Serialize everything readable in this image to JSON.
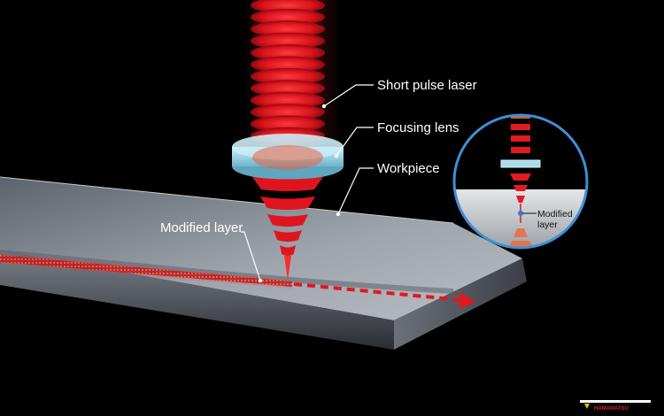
{
  "labels": {
    "laser": "Short pulse laser",
    "lens": "Focusing lens",
    "workpiece": "Workpiece",
    "modified": "Modified layer"
  },
  "inset": {
    "label_line1": "Modified",
    "label_line2": "layer"
  },
  "logo": {
    "text": "HAMAMATSU"
  },
  "colors": {
    "background": "#000000",
    "laser_red": "#e0141e",
    "lens_cyan": "#a8dcec",
    "workpiece_top": "#8d939c",
    "callout_line": "#ffffff",
    "inset_ring": "#3f8fd6"
  }
}
